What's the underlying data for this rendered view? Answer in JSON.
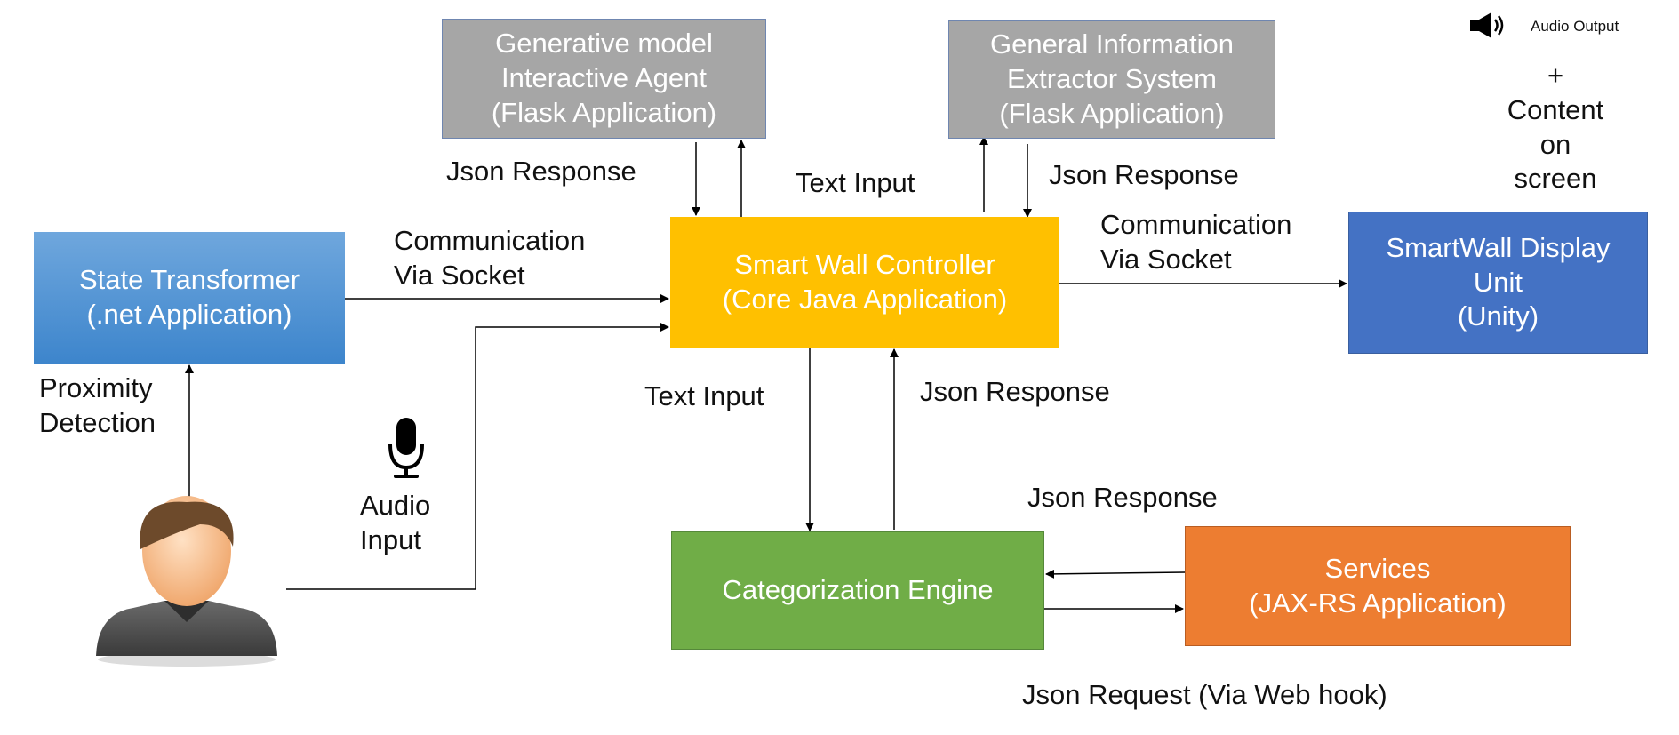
{
  "nodes": {
    "generative_agent": "Generative model\nInteractive Agent\n(Flask Application)",
    "info_extractor": "General Information\nExtractor System\n(Flask Application)",
    "state_transformer": "State Transformer\n(.net Application)",
    "controller": "Smart Wall Controller\n(Core Java Application)",
    "display_unit": "SmartWall Display\nUnit\n(Unity)",
    "categorization": "Categorization Engine",
    "services": "Services\n(JAX-RS Application)"
  },
  "labels": {
    "json_response_agent": "Json Response",
    "text_input_top": "Text Input",
    "json_response_extractor": "Json Response",
    "comm_socket_left": "Communication\nVia Socket",
    "comm_socket_right": "Communication\nVia Socket",
    "proximity": "Proximity\nDetection",
    "audio_input": "Audio\nInput",
    "text_input_bottom": "Text Input",
    "json_response_categ": "Json Response",
    "json_response_services": "Json Response",
    "json_request": "Json Request (Via Web hook)",
    "audio_output": "Audio Output",
    "output_plus": "+\nContent\non\nscreen"
  },
  "icons": {
    "speaker": "speaker-icon",
    "microphone": "microphone-icon",
    "user": "user-avatar-icon"
  },
  "colors": {
    "generative_agent": "#a6a6a6",
    "info_extractor": "#a6a6a6",
    "state_transformer": "#5b9bd5",
    "controller": "#ffc000",
    "display_unit": "#4472c4",
    "categorization": "#70ad47",
    "services": "#ed7d31"
  }
}
